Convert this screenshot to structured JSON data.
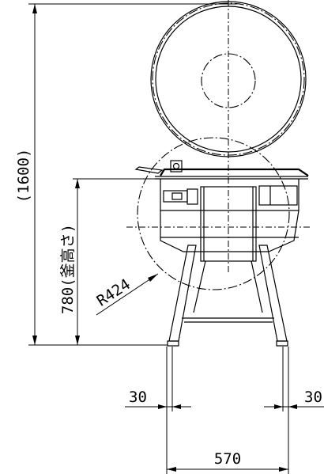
{
  "dimensions": {
    "overall_height": "(1600)",
    "kettle_height": "780(釜高さ)",
    "radius": "R424",
    "left_offset": "30",
    "right_offset": "30",
    "leg_width": "570"
  }
}
